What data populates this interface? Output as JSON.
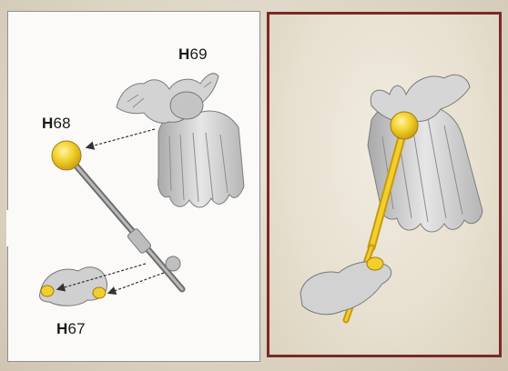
{
  "labels": {
    "h69": {
      "prefix": "H",
      "num": "69"
    },
    "h68": {
      "prefix": "H",
      "num": "68"
    },
    "h67": {
      "prefix": "H",
      "num": "67"
    }
  },
  "colors": {
    "accent_yellow": "#f2cf2a",
    "frame_red": "#7a2a26",
    "part_gray": "#c9c9c9"
  },
  "icons": [
    "dashed-arrow-icon"
  ]
}
